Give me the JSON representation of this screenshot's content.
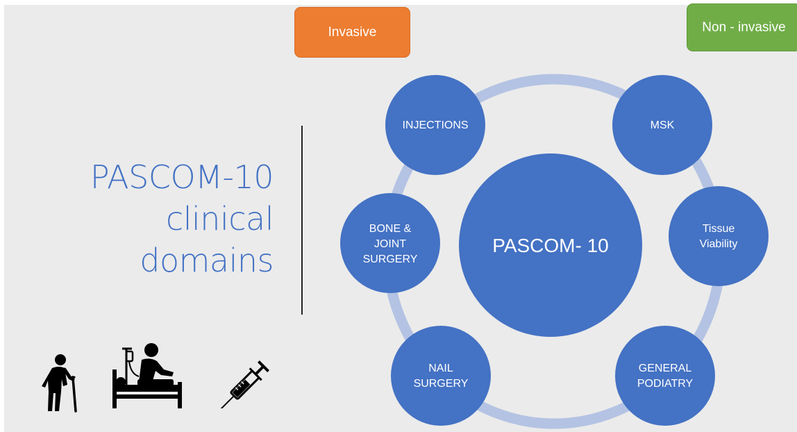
{
  "tags": {
    "invasive": "Invasive",
    "non_invasive": "Non - invasive"
  },
  "title": {
    "line1": "PASCOM-10",
    "line2": "clinical",
    "line3": "domains"
  },
  "diagram": {
    "center": "PASCOM- 10",
    "nodes": {
      "injections": [
        "INJECTIONS"
      ],
      "msk": [
        "MSK"
      ],
      "bone": [
        "BONE &",
        "JOINT",
        "SURGERY"
      ],
      "tissue": [
        "Tissue",
        "Viability"
      ],
      "nail": [
        "NAIL",
        "SURGERY"
      ],
      "general": [
        "GENERAL",
        "PODIATRY"
      ]
    }
  },
  "colors": {
    "node_fill": "#4472c4",
    "ring": "#b4c3e3",
    "invasive": "#ed7d31",
    "non_invasive": "#70ad47",
    "title": "#4472c4"
  },
  "icons": [
    "elderly-person-icon",
    "patient-bed-icon",
    "syringe-icon"
  ]
}
